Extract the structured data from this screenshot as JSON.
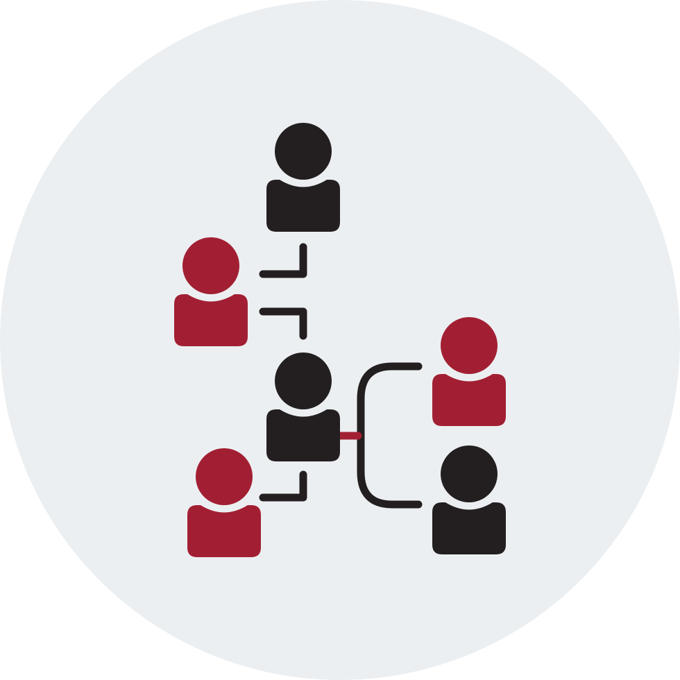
{
  "colors": {
    "background": "#eceff1",
    "dark": "#231f20",
    "accent": "#a21f33"
  },
  "icon": {
    "name": "organization-hierarchy-icon",
    "people": [
      {
        "id": "top",
        "color": "dark"
      },
      {
        "id": "upper-left",
        "color": "accent"
      },
      {
        "id": "center",
        "color": "dark"
      },
      {
        "id": "lower-left",
        "color": "accent"
      },
      {
        "id": "right-top",
        "color": "accent"
      },
      {
        "id": "right-bottom",
        "color": "dark"
      }
    ]
  }
}
